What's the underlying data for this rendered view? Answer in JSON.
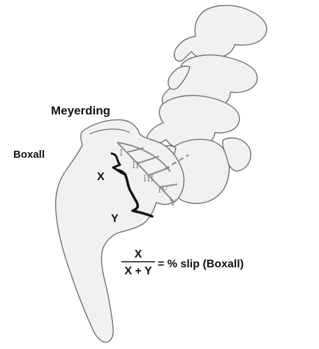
{
  "labels": {
    "meyerding": "Meyerding",
    "boxall": "Boxall",
    "x": "X",
    "y": "Y"
  },
  "grades": [
    "I",
    "II",
    "III",
    "IV",
    "V"
  ],
  "formula": {
    "numerator": "X",
    "denominator": "X + Y",
    "result": "= % slip (Boxall)"
  },
  "colors": {
    "bone_fill": "#f1f1f1",
    "bone_outline": "#6e6e6e",
    "grade_lines": "#8c8c8c",
    "text": "#111111"
  }
}
